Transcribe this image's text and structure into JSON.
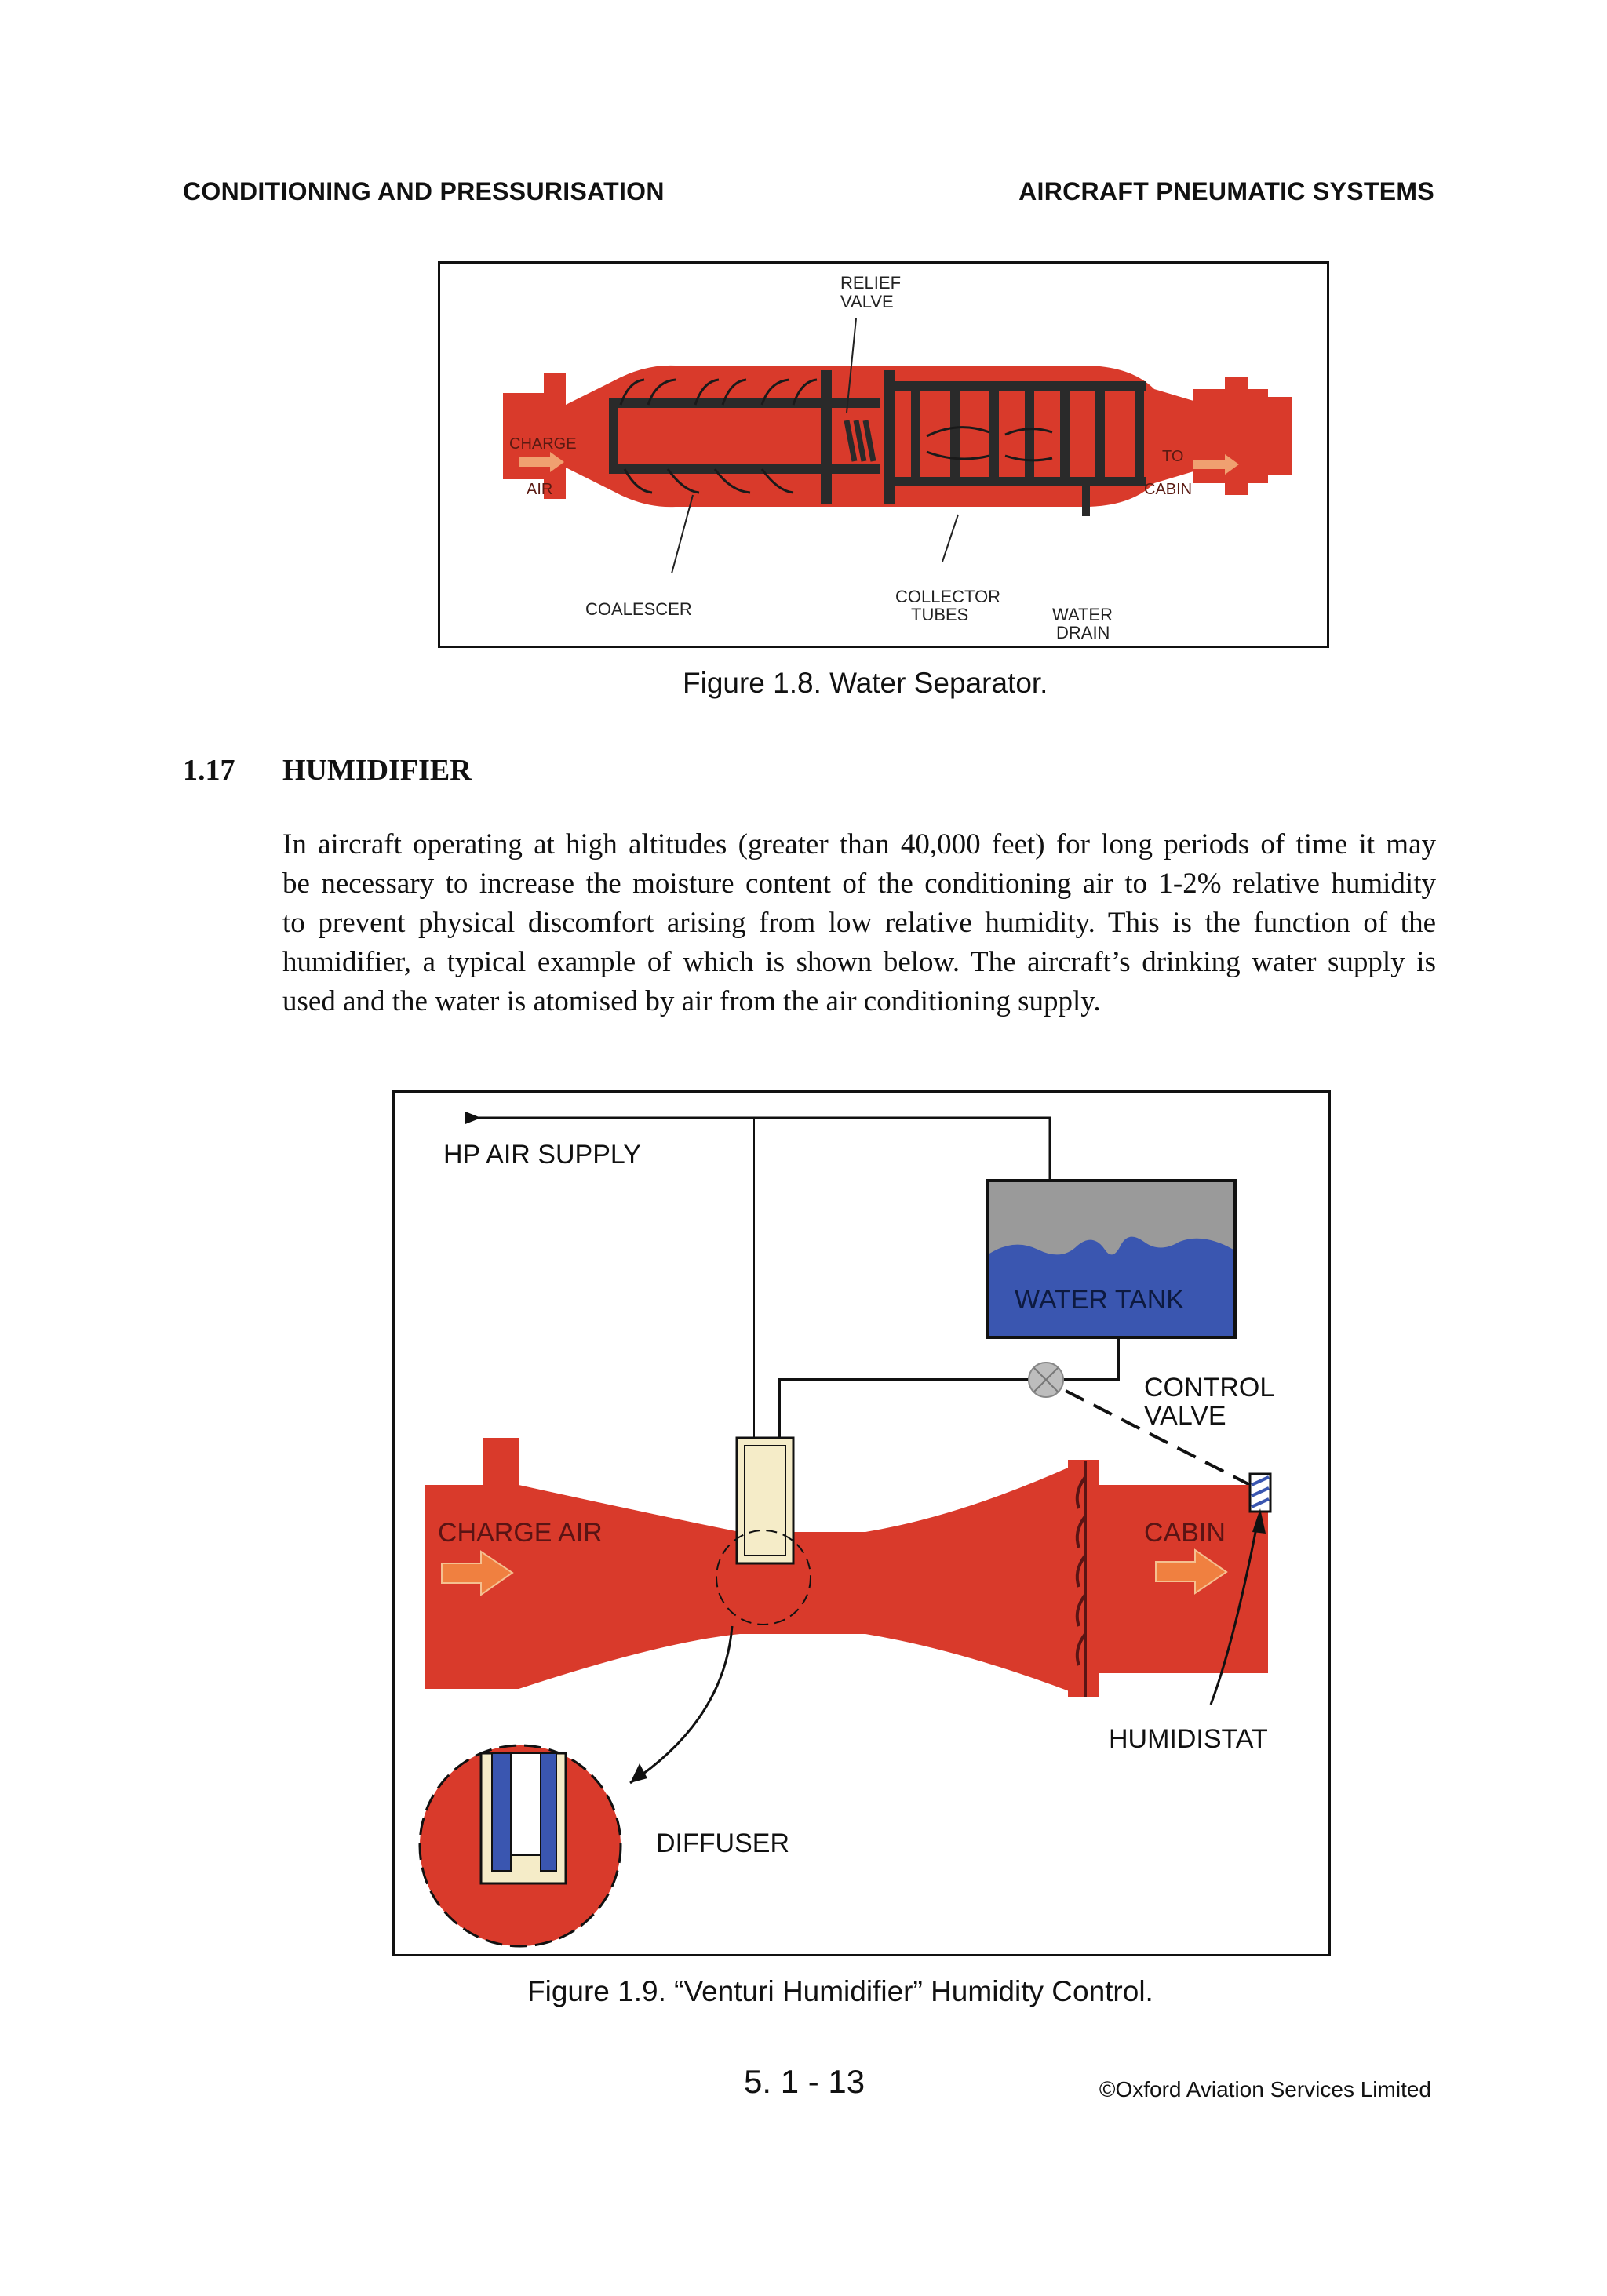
{
  "header": {
    "left": "CONDITIONING AND PRESSURISATION",
    "right": "AIRCRAFT PNEUMATIC SYSTEMS"
  },
  "figure1": {
    "caption": "Figure 1.8.  Water Separator.",
    "labels": {
      "relief_valve_1": "RELIEF",
      "relief_valve_2": "VALVE",
      "charge_air_1": "CHARGE",
      "charge_air_2": "AIR",
      "to_cabin_1": "TO",
      "to_cabin_2": "CABIN",
      "coalescer": "COALESCER",
      "collector_tubes_1": "COLLECTOR",
      "collector_tubes_2": "TUBES",
      "water_drain_1": "WATER",
      "water_drain_2": "DRAIN"
    }
  },
  "section": {
    "number": "1.17",
    "title": "HUMIDIFIER",
    "paragraph_lines": [
      "In aircraft operating at high altitudes (greater than 40,000 feet) for long periods of time it may",
      "be necessary to increase the moisture content of the conditioning air to 1-2% relative humidity",
      "to prevent physical discomfort arising from low relative humidity.  This is the function of the",
      "humidifier, a typical example of which is shown below.  The aircraft’s drinking water supply is",
      "used and the water is atomised by air from the air conditioning supply."
    ]
  },
  "figure2": {
    "caption": "Figure 1.9.  “Venturi Humidifier” Humidity Control.",
    "labels": {
      "hp_air_supply": "HP AIR SUPPLY",
      "water_tank": "WATER TANK",
      "control_valve_1": "CONTROL",
      "control_valve_2": "VALVE",
      "charge_air": "CHARGE AIR",
      "cabin": "CABIN",
      "humidistat": "HUMIDISTAT",
      "diffuser": "DIFFUSER"
    }
  },
  "footer": {
    "page_number": "5. 1 - 13",
    "copyright": "©Oxford Aviation Services Limited"
  },
  "colors": {
    "duct_red": "#d93a2b",
    "dark_bar": "#2a2a2a",
    "water_blue": "#3a56b0",
    "tank_grey": "#9a9a9a"
  }
}
